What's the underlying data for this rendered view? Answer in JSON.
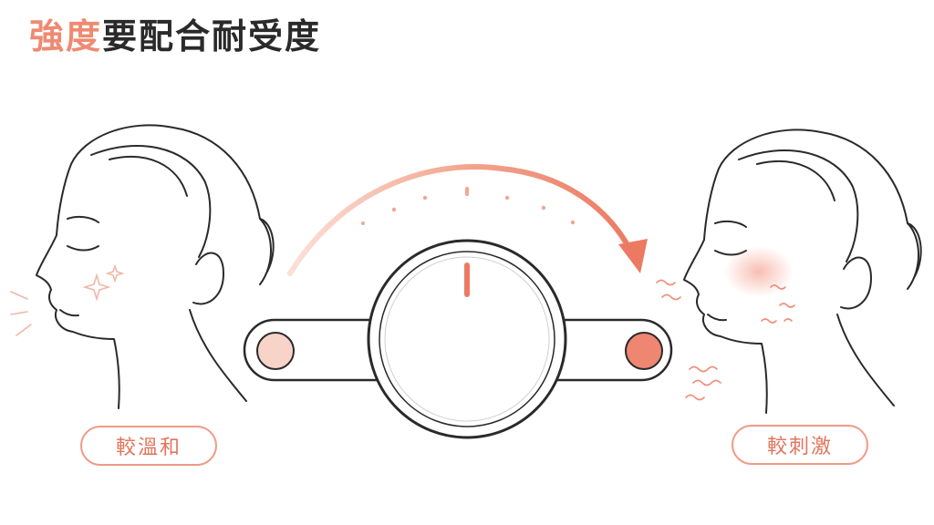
{
  "title": {
    "highlight": "強度",
    "rest": "要配合耐受度"
  },
  "labels": {
    "left": "較溫和",
    "right": "較刺激"
  },
  "colors": {
    "accent": "#ef8a72",
    "accent_light": "#f7cfc4",
    "line": "#2a2a2a"
  },
  "icons": [
    "face-profile-left-icon",
    "face-profile-right-icon",
    "intensity-dial-icon",
    "curved-arrow-icon",
    "sparkle-icon",
    "irritation-squiggle-icon"
  ]
}
